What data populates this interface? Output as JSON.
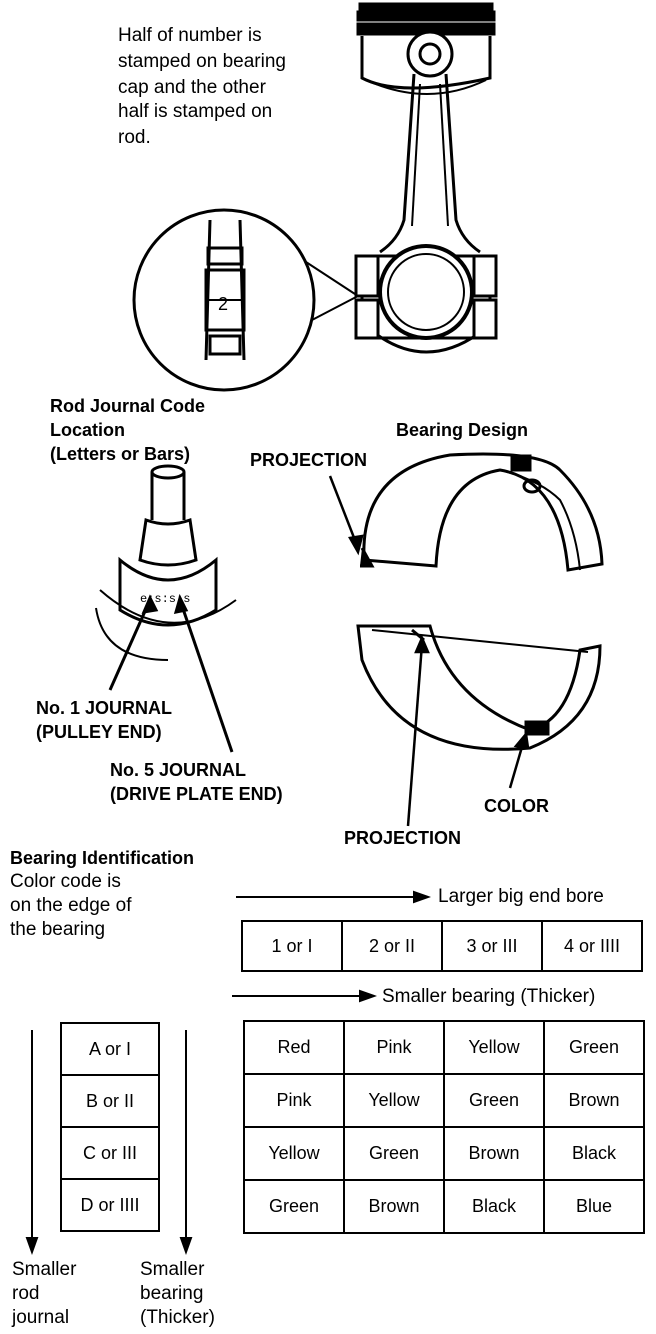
{
  "note": {
    "line1": "Half of number is",
    "line2": "stamped on bearing",
    "line3": "cap and the other",
    "line4": "half is stamped on",
    "line5": "rod."
  },
  "inset_number": "2",
  "rod_journal": {
    "line1": "Rod Journal Code",
    "line2": "Location",
    "line3": "(Letters or Bars)"
  },
  "bearing_design_title": "Bearing Design",
  "projection_label": "PROJECTION",
  "color_label": "COLOR",
  "journal1": {
    "line1": "No. 1 JOURNAL",
    "line2": "(PULLEY END)"
  },
  "journal5": {
    "line1": "No. 5 JOURNAL",
    "line2": "(DRIVE PLATE END)"
  },
  "identification": {
    "title": "Bearing Identification",
    "line1": "Color code is",
    "line2": "on the edge of",
    "line3": "the bearing"
  },
  "arrows": {
    "larger_bore": "Larger big end bore",
    "smaller_bearing": "Smaller bearing (Thicker)"
  },
  "bore_codes": [
    "1 or I",
    "2 or II",
    "3 or III",
    "4 or IIII"
  ],
  "rod_codes": [
    "A or I",
    "B or II",
    "C or III",
    "D or IIII"
  ],
  "color_grid": [
    [
      "Red",
      "Pink",
      "Yellow",
      "Green"
    ],
    [
      "Pink",
      "Yellow",
      "Green",
      "Brown"
    ],
    [
      "Yellow",
      "Green",
      "Brown",
      "Black"
    ],
    [
      "Green",
      "Brown",
      "Black",
      "Blue"
    ]
  ],
  "bottom_left": {
    "line1": "Smaller",
    "line2": "rod",
    "line3": "journal"
  },
  "bottom_mid": {
    "line1": "Smaller",
    "line2": "bearing",
    "line3": "(Thicker)"
  }
}
